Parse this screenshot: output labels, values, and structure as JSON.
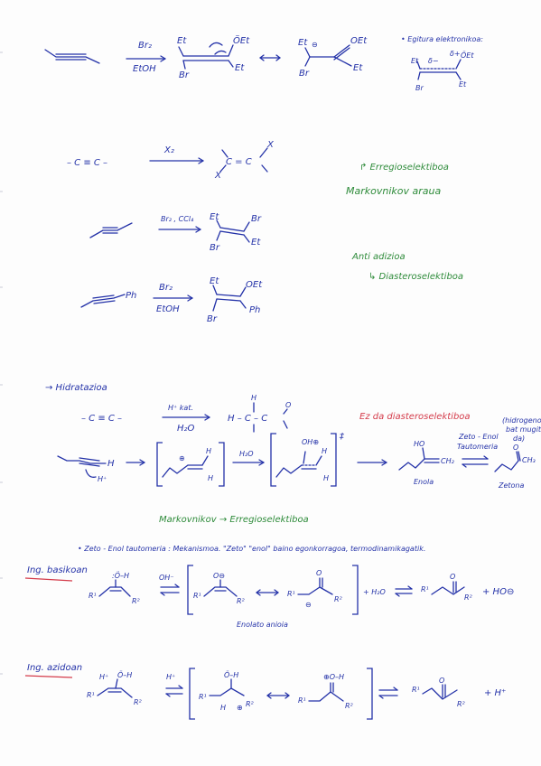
{
  "page": {
    "ink_color": "#2432a8",
    "green_color": "#2e8b3a",
    "red_color": "#d43b4a"
  },
  "r1": {
    "reagent_top": "Br₂",
    "reagent_bottom": "EtOH",
    "int_et_top": "Et",
    "int_oet": "ÖEt",
    "int_br": "Br",
    "int_et_right": "Et",
    "res_et": "Et",
    "res_oet": "OEt",
    "res_br": "Br",
    "res_et_bottom": "Et",
    "res_minus": "⊖",
    "note_title": "• Egitura elektronikoa:",
    "note_et_left": "Et",
    "note_oet": "ÖEt",
    "note_br": "Br",
    "note_et_right": "Et",
    "note_plus": "δ+",
    "note_minus": "δ−"
  },
  "r2": {
    "substrate": "– C ≡ C –",
    "reagent": "X₂",
    "prod_x1": "X",
    "prod_x2": "X",
    "prod_c": "C = C",
    "arrow_note": "↱ Erregioselektiboa",
    "note": "Markovnikov araua"
  },
  "r3": {
    "reagent": "Br₂ , CCl₄",
    "prod_et1": "Et",
    "prod_br1": "Br",
    "prod_br2": "Br",
    "prod_et2": "Et",
    "note_anti": "Anti adizioa",
    "note_diast": "↳ Diasteroselektiboa"
  },
  "r4": {
    "substrate_ph": "Ph",
    "reagent_top": "Br₂",
    "reagent_bottom": "EtOH",
    "prod_et": "Et",
    "prod_oet": "OEt",
    "prod_br": "Br",
    "prod_ph": "Ph"
  },
  "hydration": {
    "heading": "→ Hidratazioa",
    "substrate": "– C ≡ C –",
    "reagent_top": "H⁺ kat.",
    "reagent_bottom": "H₂O",
    "product": "H – C – C",
    "product_h_top": "H",
    "product_o": "O",
    "red_note": "Ez da diasteroselektiboa",
    "h_plus": "H⁺",
    "h_end": "H",
    "cation_plus": "⊕",
    "cation_h": "H",
    "water": "H₂O",
    "oxonium": "OH⊕",
    "oxonium_h": "H",
    "ts_mark": "‡",
    "enol_ho": "HO",
    "enol_ch2": "CH₂",
    "enol_label": "Enola",
    "eq_label_1": "Zeto - Enol",
    "eq_label_2": "Tautomeria",
    "side_note_1": "(hidrogeno",
    "side_note_2": "bat mugitu",
    "side_note_3": "da)",
    "keto_o": "O",
    "keto_ch3": "CH₃",
    "keto_label": "Zetona",
    "green_note": "Markovnikov → Erregioselektiboa"
  },
  "tauto": {
    "statement": "• Zeto - Enol tautomeria : Mekanismoa. \"Zeto\" \"enol\" baino egonkorragoa, termodinamikagatik.",
    "basic_label": "Ing. basikoan",
    "b_oh": ":Ö–H",
    "b_r1": "R¹",
    "b_r2": "R²",
    "b_reagent": "OH⁻",
    "b_o1": "O⊖",
    "b_o2": "O",
    "b_minus": "⊖",
    "b_water": "+ H₂O",
    "b_o3": "O",
    "b_r1a": "R¹",
    "b_r2a": "R²",
    "b_r1b": "R¹",
    "b_r2b": "R²",
    "b_r1c": "R¹",
    "b_r2c": "R²",
    "b_hydroxide": "+ HO⊖",
    "enolate_label": "Enolato anioia",
    "acid_label": "Ing. azidoan",
    "a_h": "H⁺",
    "a_oh": "Ö–H",
    "a_r1": "R¹",
    "a_r2": "R²",
    "a_reagent": "H⁺",
    "a_oh2": "Ö–H",
    "a_plus": "⊕",
    "a_h2": "H",
    "a_r1a": "R¹",
    "a_r2a": "R²",
    "a_oh3": "⊕O–H",
    "a_r1b": "R¹",
    "a_r2b": "R²",
    "a_r1c": "R¹",
    "a_o4": "O",
    "a_r2c": "R²",
    "a_hplus": "+ H⁺"
  }
}
